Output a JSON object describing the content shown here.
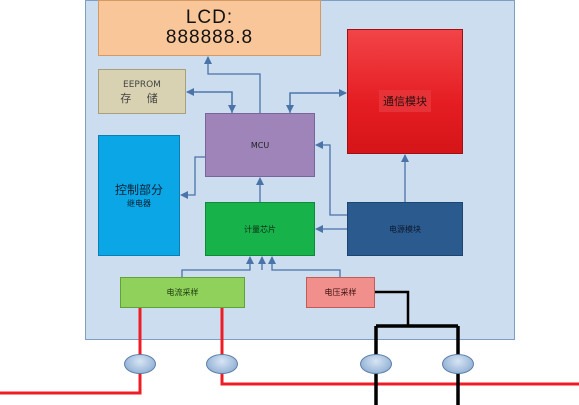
{
  "lcd": {
    "line1": "LCD:",
    "line2": "888888.8"
  },
  "eeprom": {
    "line1": "EEPROM",
    "line2": "存 储"
  },
  "comm": {
    "label": "通信模块"
  },
  "mcu": {
    "label": "MCU"
  },
  "control": {
    "line1": "控制部分",
    "line2": "继电器"
  },
  "metering": {
    "label": "计量芯片"
  },
  "power": {
    "label": "电源模块"
  },
  "current_sampling": {
    "label": "电流采样"
  },
  "voltage_sampling": {
    "label": "电压采样"
  },
  "colors": {
    "panel": "#cdddf0",
    "lcd": "#f9c699",
    "eeprom": "#d8d2b2",
    "comm": "#e51d22",
    "mcu": "#9e84b8",
    "control": "#0aa6e6",
    "metering": "#18b24a",
    "power": "#2b5a8f",
    "current_sampling": "#8fd15b",
    "voltage_sampling": "#f08f8b",
    "arrow": "#4a73a8",
    "current_line": "#ee1c24",
    "voltage_line": "#000000"
  }
}
